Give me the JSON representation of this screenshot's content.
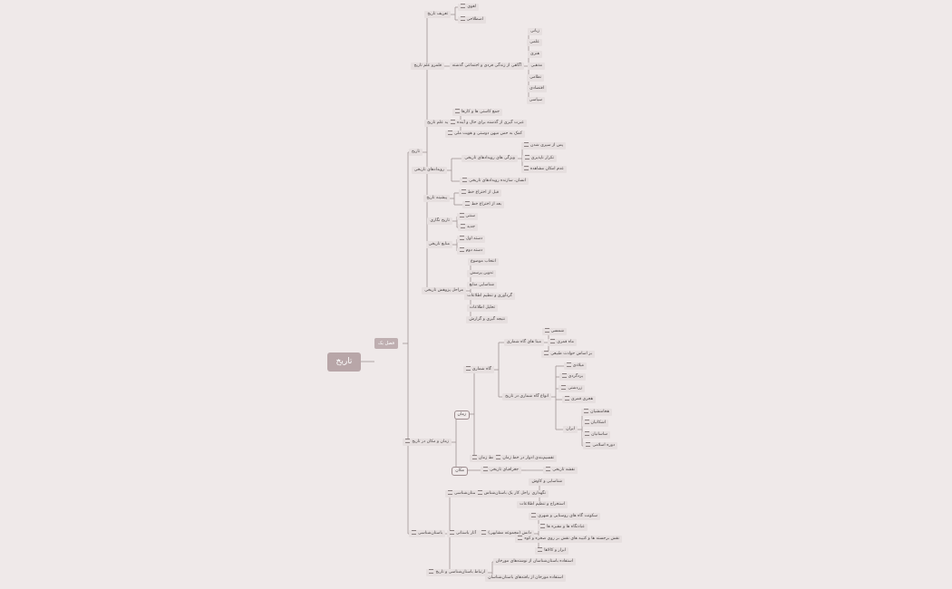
{
  "root": {
    "label": "تاریخ"
  },
  "chapter": {
    "label": "فصل یک"
  },
  "n": {
    "tarikh": "تاریخ",
    "tarif": "تعریف تاریخ",
    "tarif_loghavi": "لغوی",
    "tarif_estelahi": "اصطلاحی",
    "mozu": "قلمرو علم تاریخ",
    "mozu_desc": "آگاهی از زندگی فردی و اجتماعی گذشته",
    "f1": "زبانی",
    "f2": "علمی",
    "f3": "هنری",
    "f4": "مذهبی",
    "f5": "نظامی",
    "f6": "اقتصادی",
    "f7": "سیاسی",
    "faide": "فواید علم تاریخ",
    "faide1": "جمع کاستی ها و کارها",
    "faide2": "عبرت گیری از گذشته برای حال و آینده",
    "faide3": "کمک به حس میهن دوستی و هویت ملی",
    "rooydad": "رویدادهای تاریخی",
    "vizhegi": "ویژگی های رویدادهای تاریخی",
    "v1": "پس از سپری شدن",
    "v2": "تکرار ناپذیری",
    "v3": "عدم امکان مشاهده",
    "ensan": "انسان، سازنده رویدادهای تاریخی",
    "pishine": "پیشینه تاریخ",
    "pish1": "قبل از اختراع خط",
    "pish2": "بعد از اختراع خط",
    "negari": "تاریخ نگاری",
    "neg1": "سنتی",
    "neg2": "جدید",
    "manabe": "منابع تاریخی",
    "man1": "دسته اول",
    "man2": "دسته دوم",
    "marahel": "مراحل پژوهش تاریخی",
    "m1": "انتخاب موضوع",
    "m2": "تدوین پرسش",
    "m3": "شناسایی منابع",
    "m4": "گردآوری و تنظیم اطلاعات",
    "m5": "تحلیل اطلاعات",
    "m6": "نتیجه گیری و گزارش",
    "zaman_makan": "زمان و مکان در تاریخ",
    "zaman": "زمان",
    "gahshomari": "گاه شماری",
    "mabna": "مبنا های گاه شماری",
    "mabna1": "شمسی",
    "mabna2": "ماه قمری",
    "mabna3": "بر اساس حوادث طبیعی",
    "anva": "انواع گاه شماری در تاریخ",
    "anva1": "میلادی",
    "anva2": "یزدگردی",
    "anva3": "زردشتی",
    "anva4": "هجری قمری",
    "iran": "ایران",
    "iran1": "هخامنشیان",
    "iran2": "اشکانیان",
    "iran3": "ساسانیان",
    "iran4": "دوره اسلامی",
    "khat_zaman": "خط زمان",
    "khat_desc": "تقسیم‌بندی ادوار در خط زمان",
    "makan": "مکان",
    "joghrafi": "جغرافیای تاریخی",
    "naghshe": "نقشه تاریخی",
    "bastan": "باستان‌شناسی",
    "bastan_shenasi": "باستان‌شناسی",
    "bs_marahel": "مراحل کار یک باستان‌شناس",
    "bs1": "شناسایی و کاوش",
    "bs2": "نگهداری",
    "bs3": "استخراج و تنظیم اطلاعات",
    "asar": "آثار باستانی",
    "asar_def": "دانش (مجموعه مشابهی)",
    "a1": "سکونت گاه های روستایی و شهری",
    "a2": "عبادتگاه ها و مقبره ها",
    "a3": "نقش برجسته ها و کتیبه های نقش بر روی صخره و کوه",
    "a4": "ابزار و کالاها",
    "ertebat": "ارتباط باستان‌شناسی و تاریخ",
    "ert1": "استفاده باستان‌شناسان از نوشته‌های مورخان",
    "ert2": "استفاده مورخان از یافته‌های باستان‌شناسان"
  }
}
